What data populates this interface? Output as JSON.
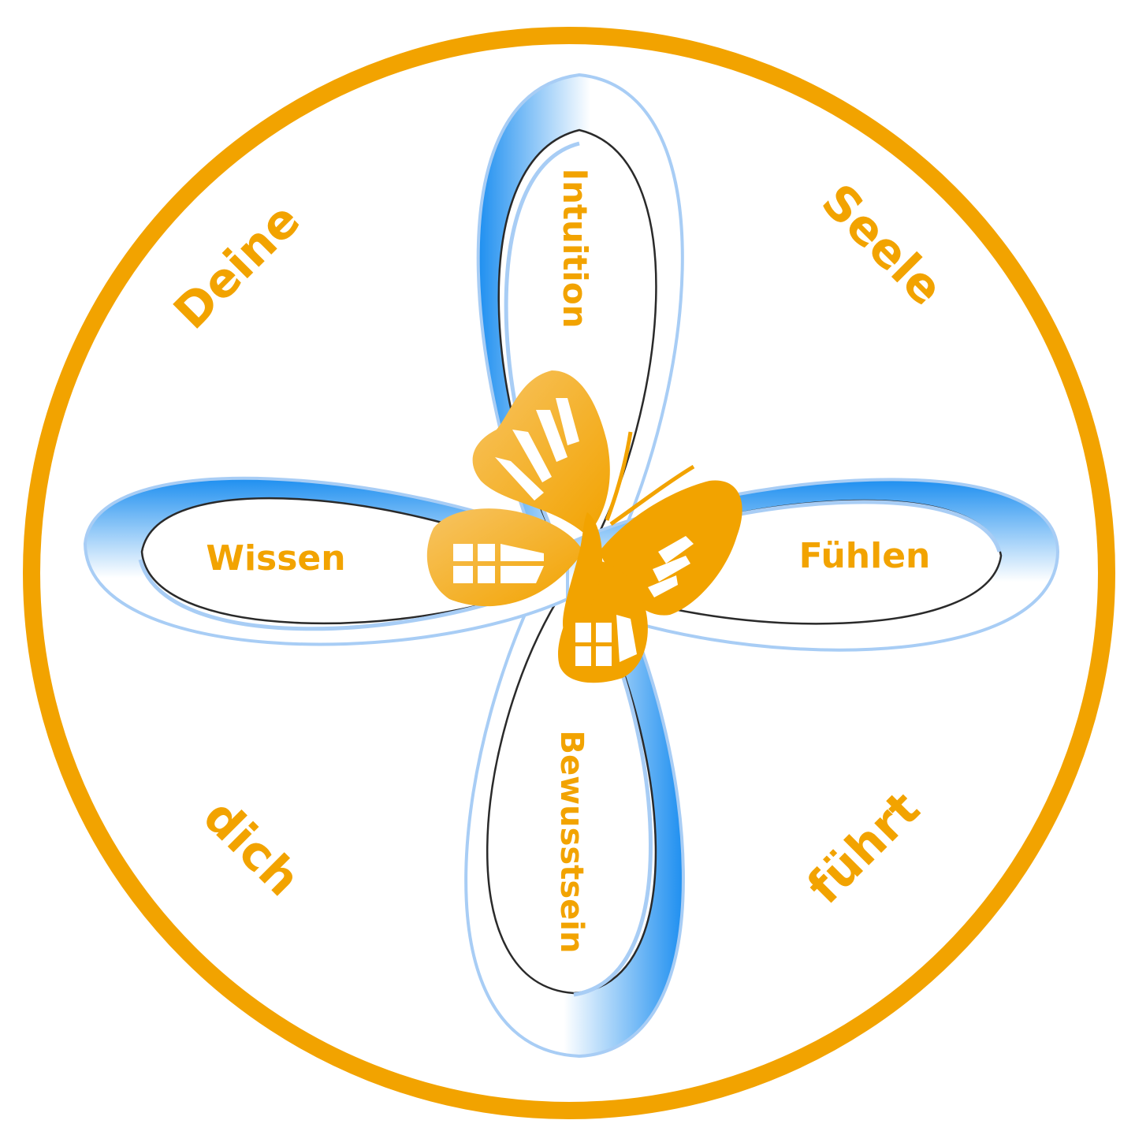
{
  "colors": {
    "accent": "#f2a300",
    "petal_blue": "#1e8ff0",
    "petal_light": "#a8cdf5",
    "background": "#ffffff"
  },
  "petals": {
    "top": "Intuition",
    "left": "Wissen",
    "right": "Fühlen",
    "bottom": "Bewusstsein"
  },
  "ring_words": {
    "top_left": "Deine",
    "top_right": "Seele",
    "bottom_left": "dich",
    "bottom_right": "führt"
  },
  "center_icon": "butterfly-icon"
}
